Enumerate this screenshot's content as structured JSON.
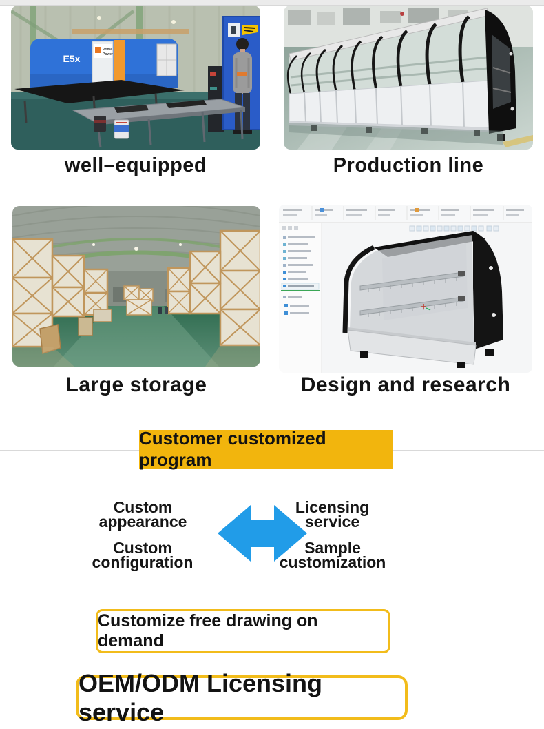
{
  "colors": {
    "banner_background": "#F2B50D",
    "offer_box_border": "#F2BC1B",
    "arrow_blue": "#219CE8",
    "divider_gray": "#D9D9D9"
  },
  "gallery": {
    "items": [
      {
        "caption": "well–equipped",
        "photo": "factory-equipment-photo"
      },
      {
        "caption": "Production line",
        "photo": "display-case-production-line-photo"
      },
      {
        "caption": "Large storage",
        "photo": "warehouse-storage-photo"
      },
      {
        "caption": "Design and research",
        "photo": "cad-design-screenshot"
      }
    ]
  },
  "factory": {
    "machine_model": "E5x",
    "brand_top": "Prima",
    "brand_bottom": "Power"
  },
  "customization": {
    "banner_label": "Customer customized program",
    "features": {
      "top_left": "Custom appearance",
      "bottom_left": "Custom configuration",
      "top_right": "Licensing service",
      "bottom_right": "Sample customization"
    }
  },
  "offers": {
    "free_drawing_label": "Customize free drawing on demand",
    "oem_label": "OEM/ODM Licensing service"
  }
}
